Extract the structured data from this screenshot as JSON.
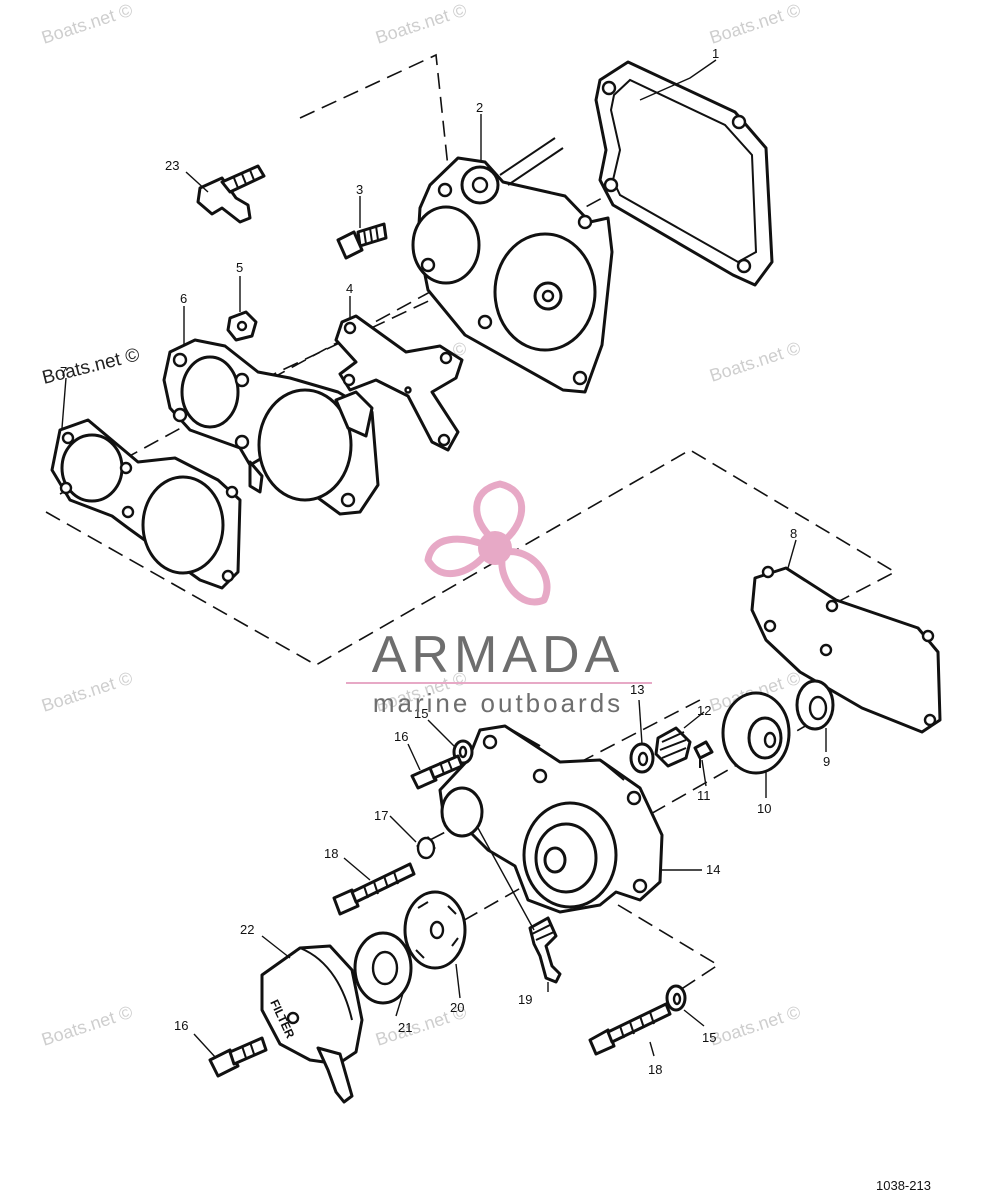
{
  "watermark_text": "Boats.net ©",
  "logo": {
    "title": "ARMADA",
    "subtitle": "marine outboards",
    "colors": {
      "propeller": "#e7a9c6",
      "text": "#6e6e6e",
      "rule": "#e7a9c6"
    }
  },
  "callouts": [
    "1",
    "2",
    "3",
    "4",
    "5",
    "6",
    "7",
    "8",
    "9",
    "10",
    "11",
    "12",
    "13",
    "14",
    "15",
    "16",
    "17",
    "18",
    "19",
    "20",
    "21",
    "22",
    "23"
  ],
  "second_callouts": {
    "15": "15",
    "16": "16",
    "18": "18"
  },
  "filter_label": "FILTER",
  "drawing_code": "1038-213"
}
